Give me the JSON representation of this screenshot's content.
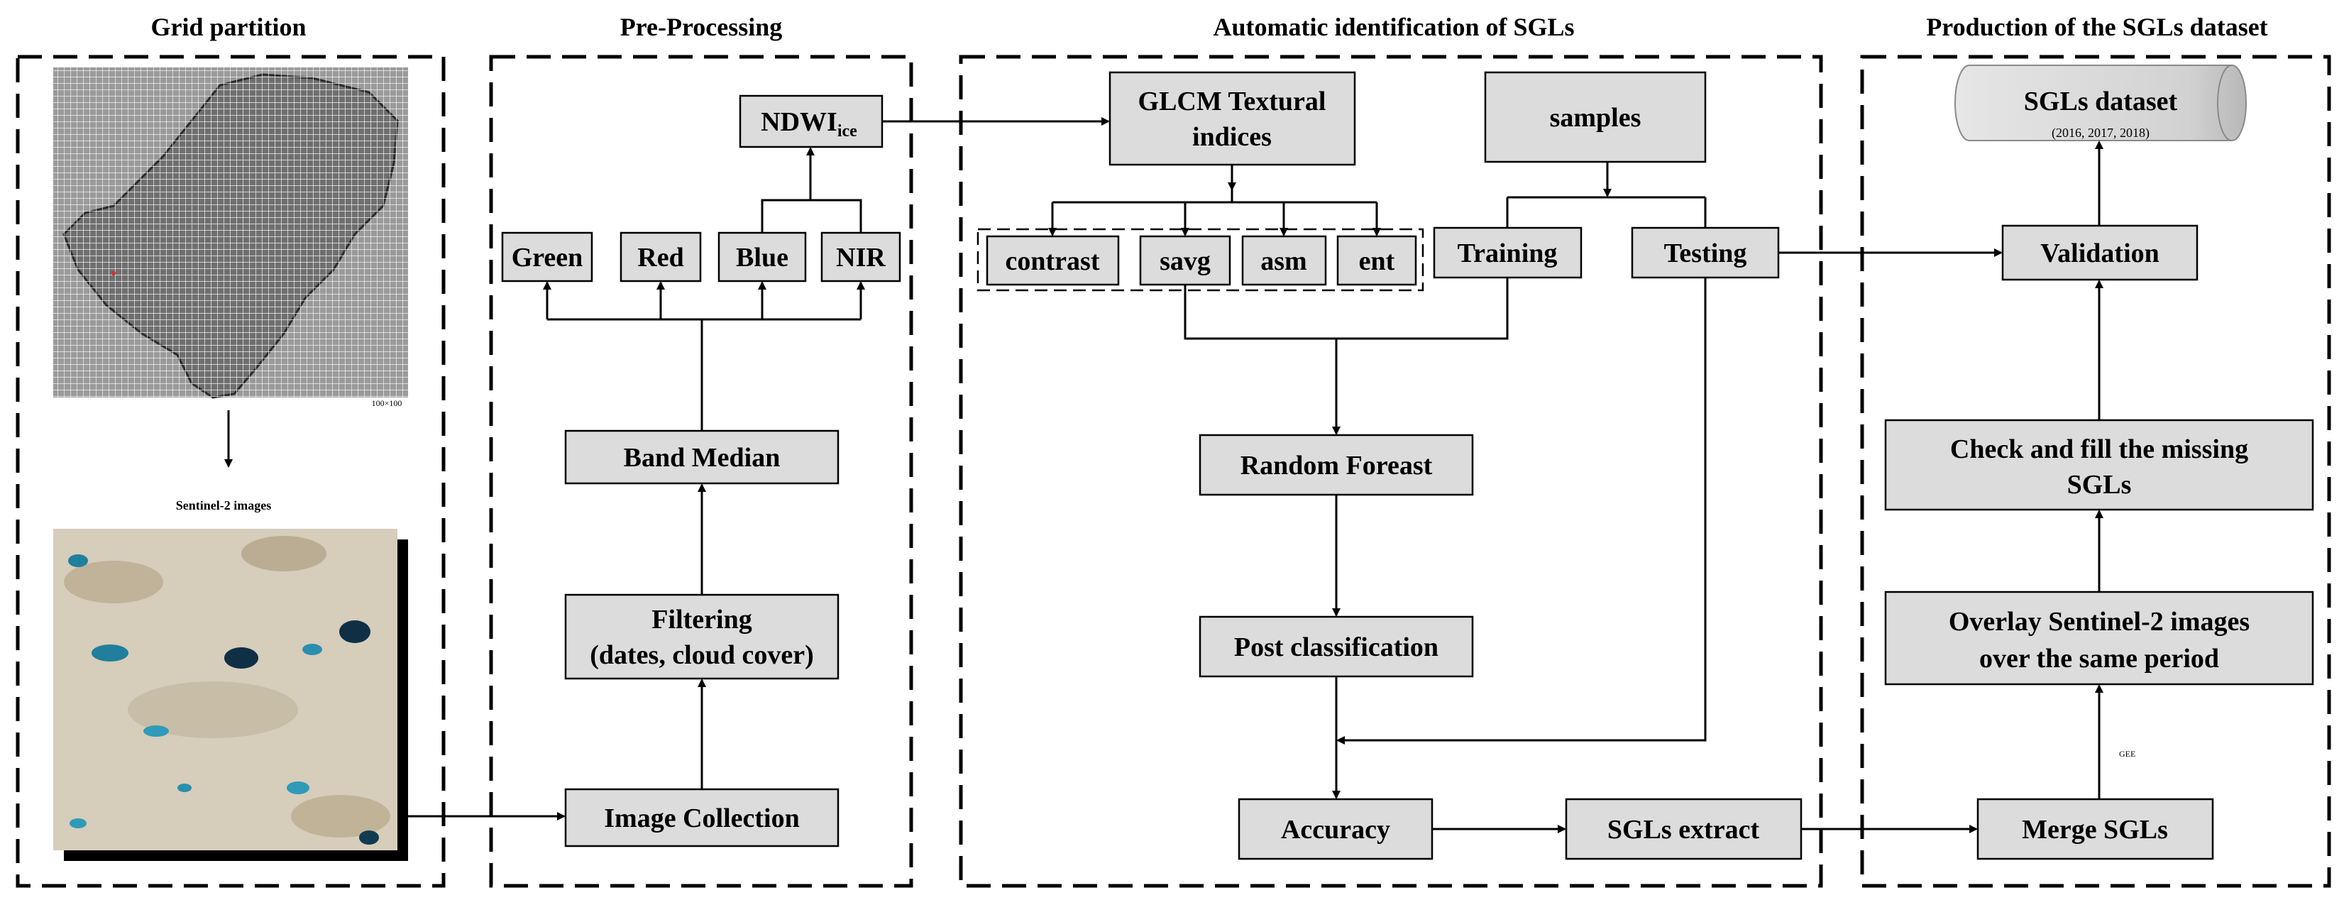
{
  "panels": {
    "grid": {
      "heading": "Grid partition",
      "image_label": "Sentinel-2 images",
      "grid_note": "100×100"
    },
    "pre": {
      "heading": "Pre-Processing",
      "ndwi_main": "NDWI",
      "ndwi_sub": "ice",
      "bands": [
        "Green",
        "Red",
        "Blue",
        "NIR"
      ],
      "band_median": "Band Median",
      "filtering_line1": "Filtering",
      "filtering_line2": "(dates, cloud cover)",
      "image_collection": "Image Collection"
    },
    "auto": {
      "heading": "Automatic identification of SGLs",
      "glcm_line1": "GLCM Textural",
      "glcm_line2": "indices",
      "indices": [
        "contrast",
        "savg",
        "asm",
        "ent"
      ],
      "samples": "samples",
      "training": "Training",
      "testing": "Testing",
      "random_forest": "Random Foreast",
      "post_classification": "Post classification",
      "accuracy": "Accuracy",
      "sgls_extract": "SGLs extract"
    },
    "prod": {
      "heading": "Production of the SGLs dataset",
      "dataset_title": "SGLs dataset",
      "dataset_years": "(2016, 2017, 2018)",
      "validation": "Validation",
      "check_line1": "Check and fill the missing",
      "check_line2": "SGLs",
      "overlay_line1": "Overlay Sentinel-2 images",
      "overlay_line2": "over the same period",
      "gee": "GEE",
      "merge": "Merge SGLs"
    }
  },
  "colors": {
    "box_fill": "#dcdcdc",
    "grid_map_bg": "#9a9a9a",
    "ice_sheet": "#6f6f6f",
    "lake_blue": "#1f7f9c",
    "satellite_bg": "#d6cdbb"
  }
}
